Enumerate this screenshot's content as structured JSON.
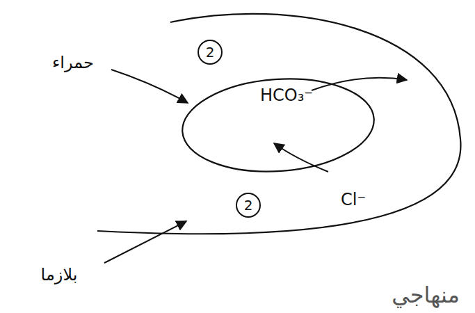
{
  "diagram": {
    "nodes": [
      {
        "text": [
          "بلازما"
        ]
      },
      {
        "text": [
          "حمراء"
        ],
        "in": 0
      }
    ],
    "labels": [
      "HCO₃⁻",
      "Cl⁻",
      "2",
      "2",
      "منهاجي"
    ]
  }
}
